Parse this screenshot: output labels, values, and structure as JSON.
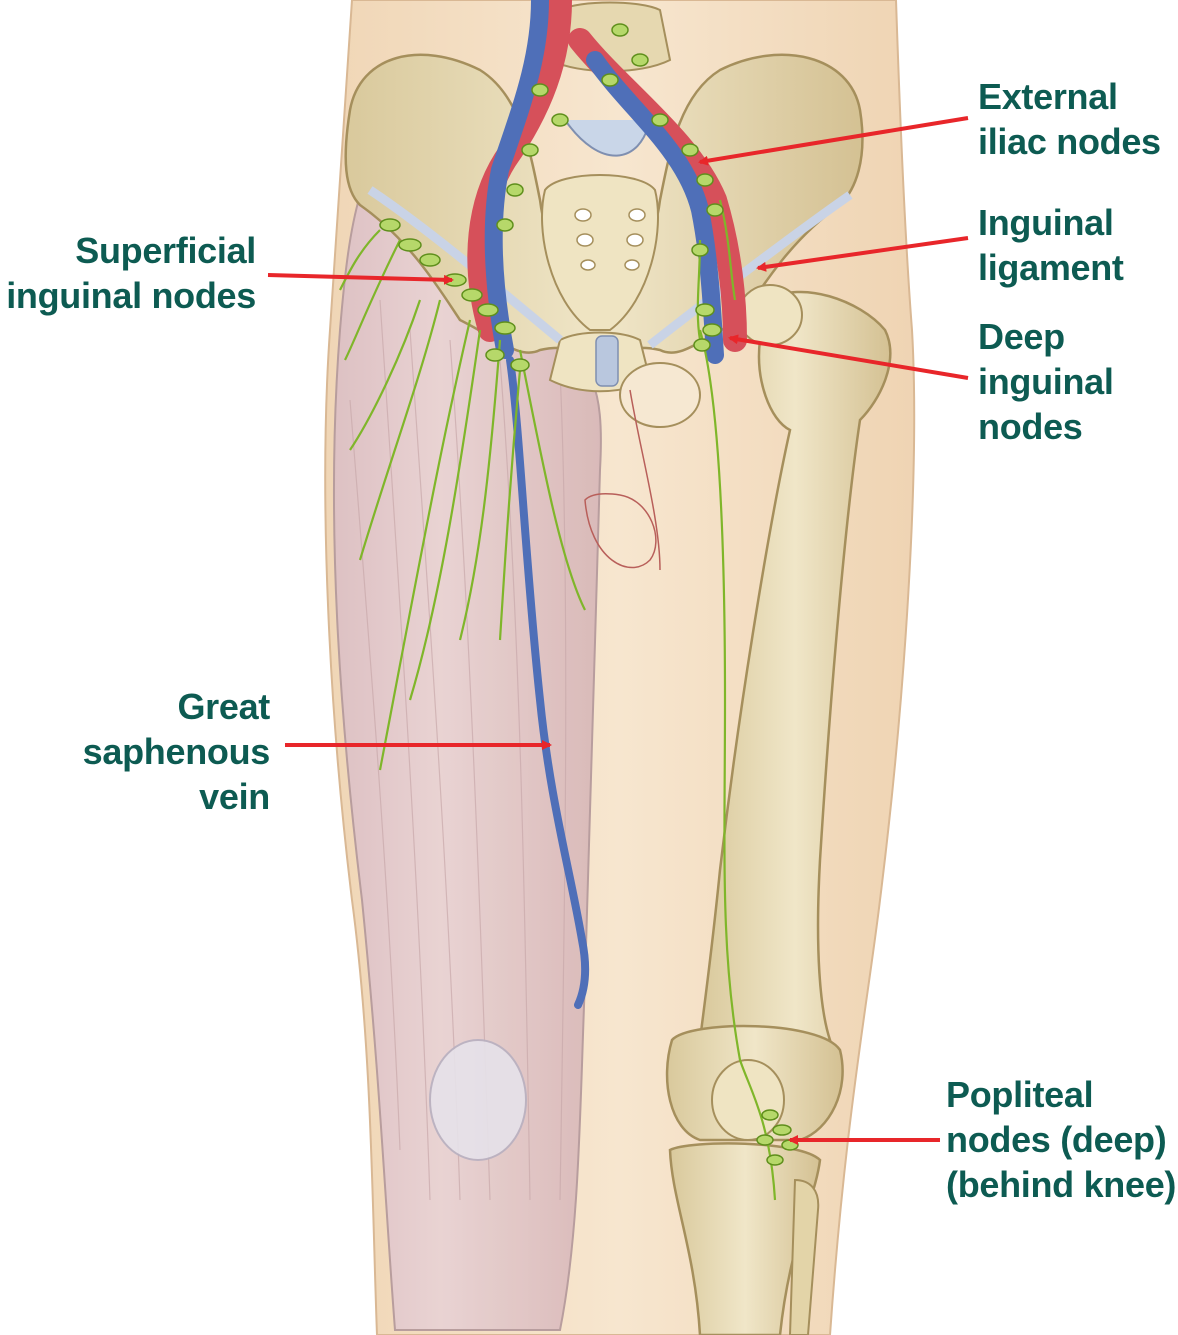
{
  "colors": {
    "label_text": "#0d5b52",
    "arrow": "#e8262a",
    "lymph": "#7fb62a",
    "lymph_node": "#b6d86a",
    "vein": "#4f6fb8",
    "artery": "#d6505a",
    "bone": "#e8dcb8",
    "skin": "#f5e2c6",
    "muscle": "#e3c7c4"
  },
  "labels": {
    "external_iliac": [
      "External",
      "iliac nodes"
    ],
    "inguinal_ligament": [
      "Inguinal",
      "ligament"
    ],
    "deep_inguinal": [
      "Deep",
      "inguinal",
      "nodes"
    ],
    "superficial_inguinal": [
      "Superficial",
      "inguinal nodes"
    ],
    "great_saphenous": [
      "Great",
      "saphenous",
      "vein"
    ],
    "popliteal": [
      "Popliteal",
      "nodes (deep)",
      "(behind knee)"
    ]
  }
}
